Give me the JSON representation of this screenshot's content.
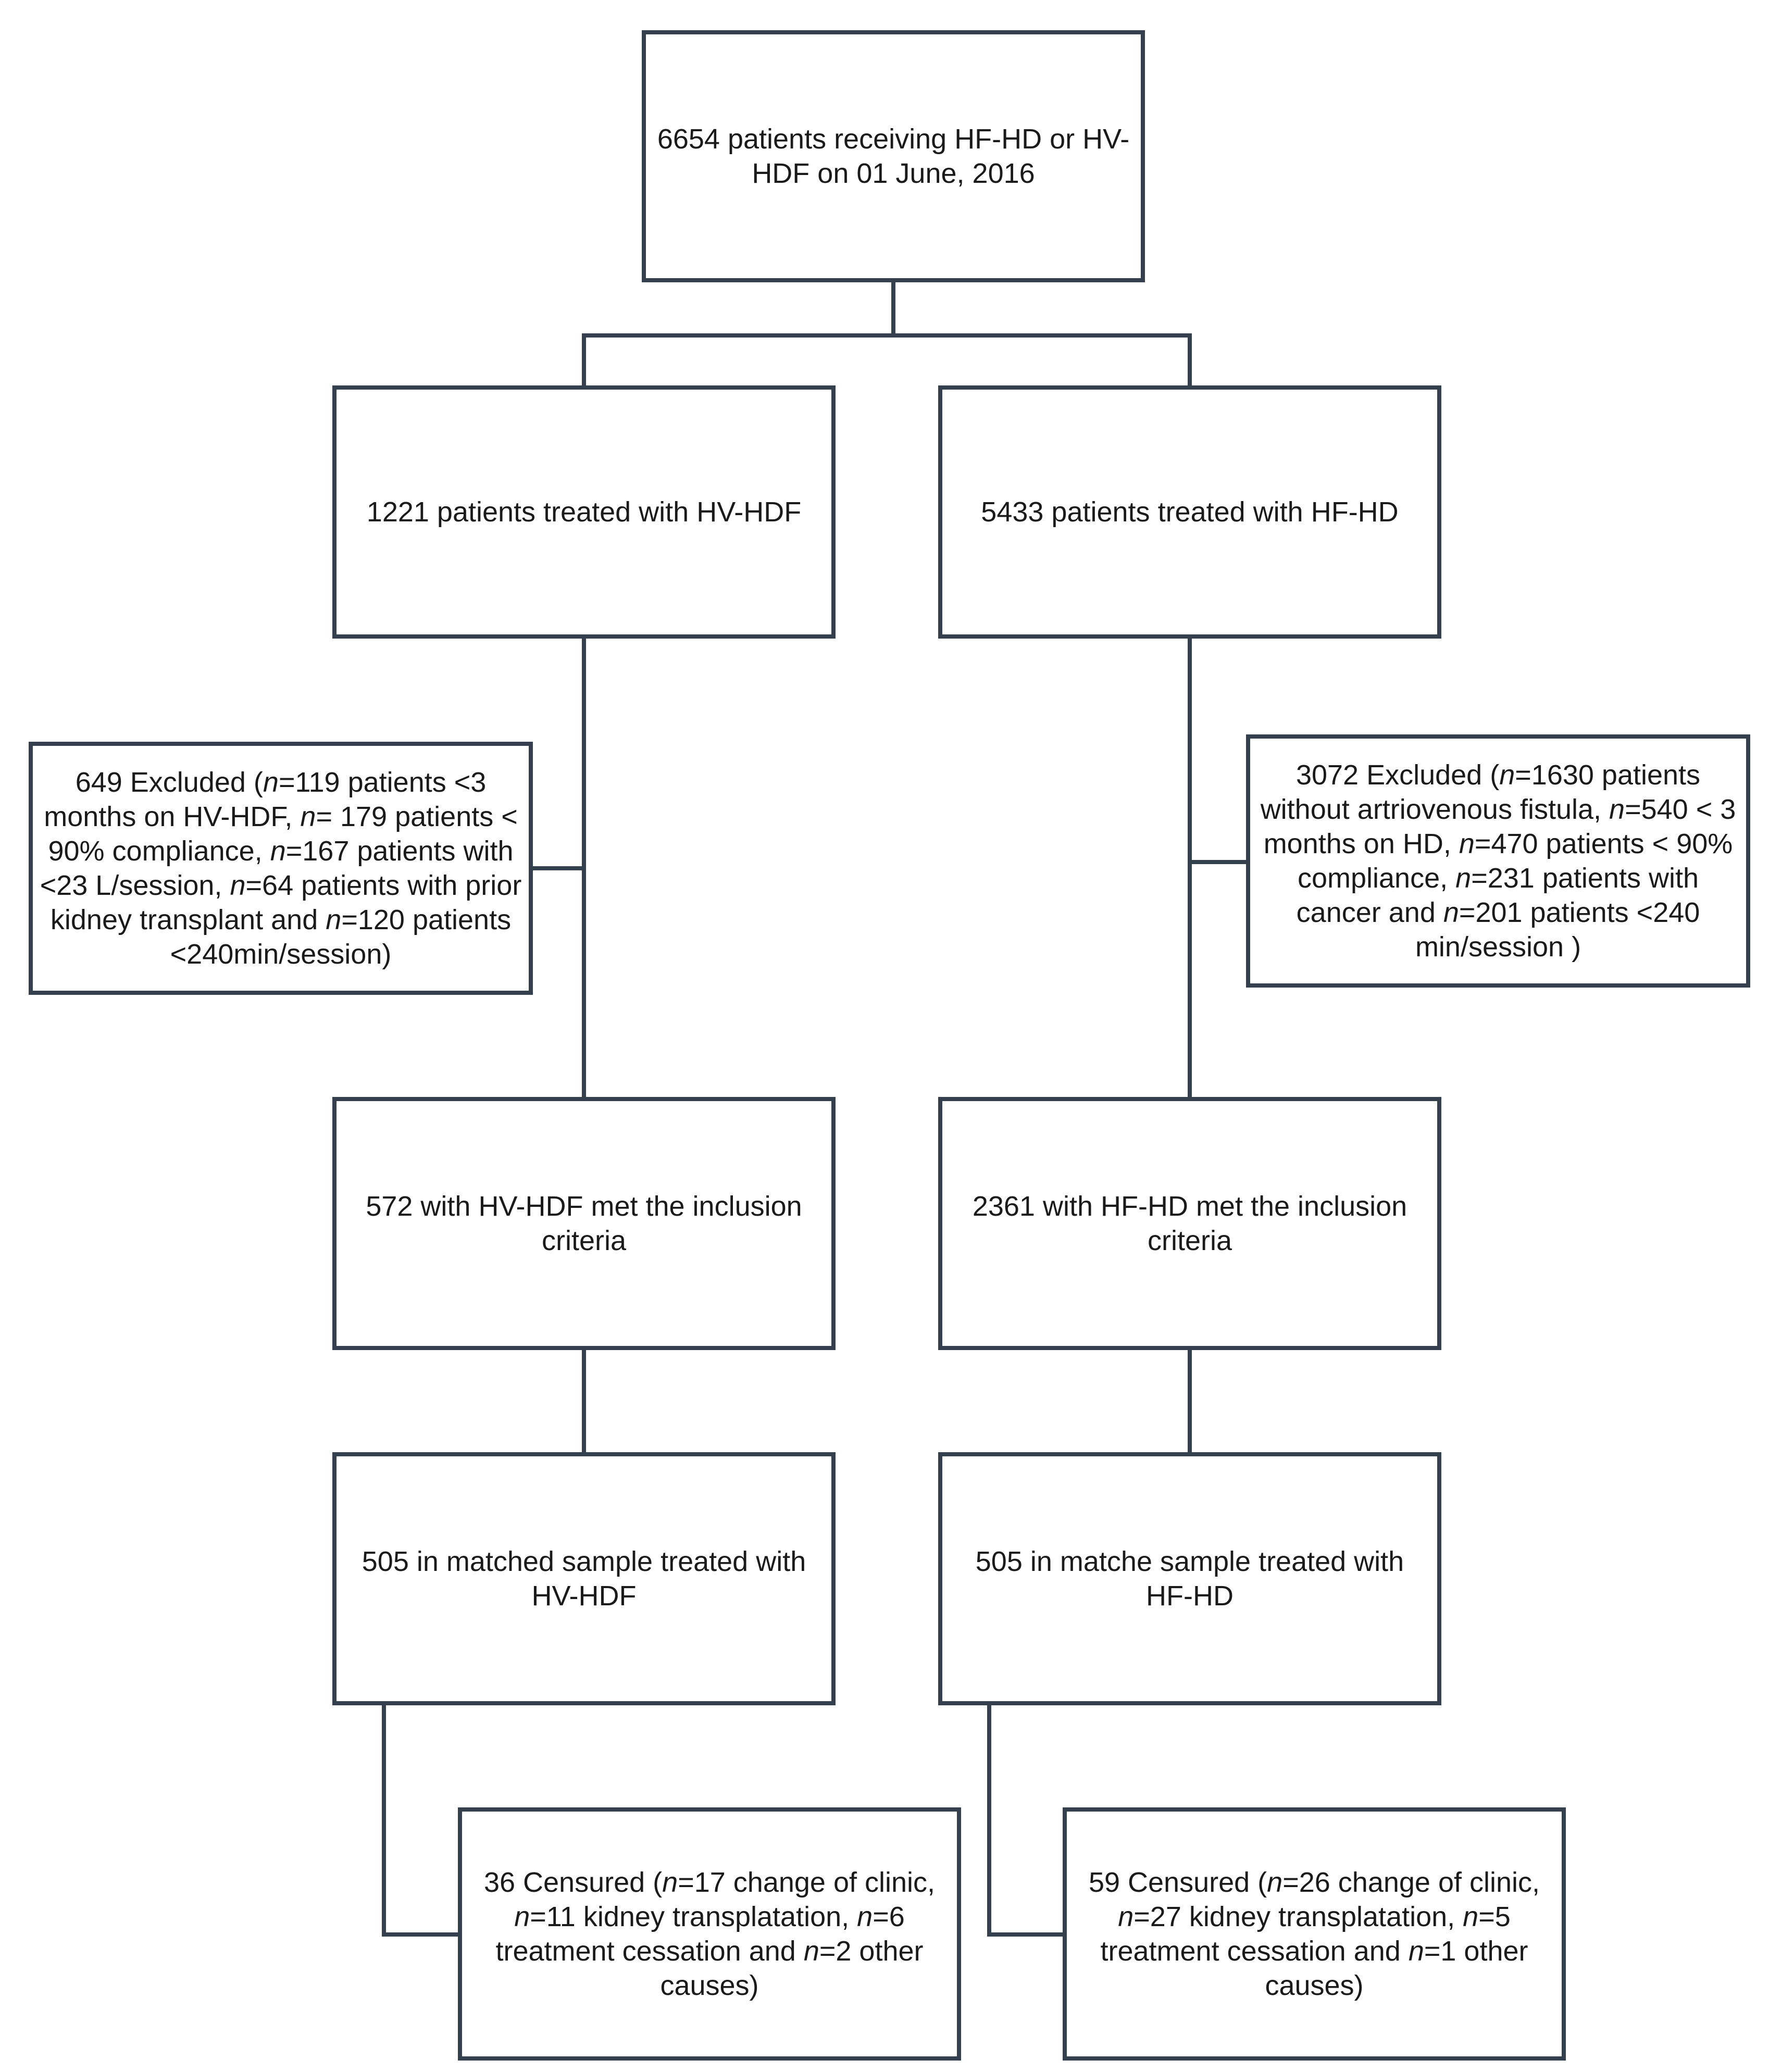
{
  "diagram": {
    "type": "flowchart",
    "line_color": "#35404f",
    "top": {
      "text": "6654 patients receiving HF-HD or HV-HDF on 01 June, 2016"
    },
    "left": {
      "treated": "1221 patients treated with HV-HDF",
      "excluded": {
        "lead": "649 Excluded (",
        "n1": "n",
        "t1": "=119 patients <3 months on HV-HDF, ",
        "n2": "n",
        "t2": "= 179 patients < 90% compliance, ",
        "n3": "n",
        "t3": "=167 patients with <23 L/session, ",
        "n4": "n",
        "t4": "=64 patients with prior kidney transplant and ",
        "n5": "n",
        "t5": "=120 patients <240min/session)"
      },
      "included": "572 with HV-HDF met the inclusion criteria",
      "matched": "505 in matched sample treated with HV-HDF",
      "censured": {
        "lead": "36 Censured (",
        "n1": "n",
        "t1": "=17  change of clinic, ",
        "n2": "n",
        "t2": "=11 kidney transplatation, ",
        "n3": "n",
        "t3": "=6 treatment cessation and ",
        "n4": "n",
        "t4": "=2 other causes)"
      }
    },
    "right": {
      "treated": "5433 patients treated with HF-HD",
      "excluded": {
        "lead": "3072 Excluded (",
        "n1": "n",
        "t1": "=1630 patients without artriovenous fistula, ",
        "n2": "n",
        "t2": "=540 < 3 months on HD, ",
        "n3": "n",
        "t3": "=470 patients < 90% compliance, ",
        "n4": "n",
        "t4": "=231 patients with cancer and ",
        "n5": "n",
        "t5": "=201 patients <240 min/session )"
      },
      "included": "2361 with HF-HD met the inclusion criteria",
      "matched": "505 in matche sample  treated with HF-HD",
      "censured": {
        "lead": "59 Censured (",
        "n1": "n",
        "t1": "=26  change of clinic, ",
        "n2": "n",
        "t2": "=27 kidney transplatation, ",
        "n3": "n",
        "t3": "=5 treatment cessation and ",
        "n4": "n",
        "t4": "=1 other causes)"
      }
    }
  }
}
